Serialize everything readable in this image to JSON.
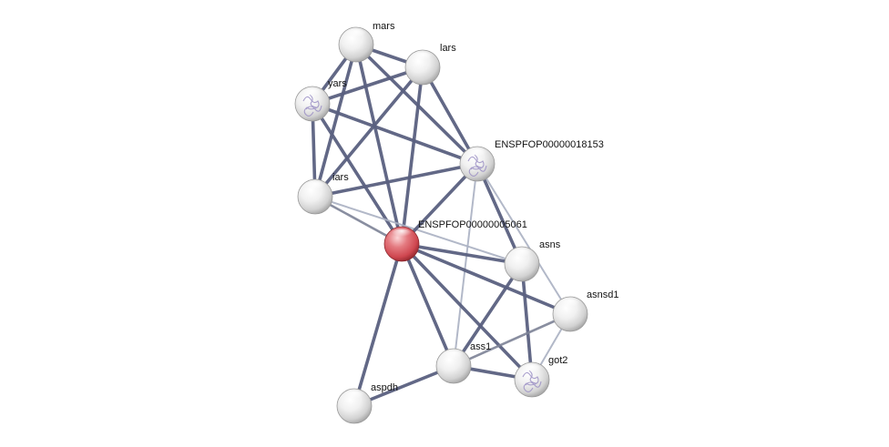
{
  "title": "Protein interaction network",
  "colors": {
    "background": "#ffffff",
    "edge_strong": "#5a6080",
    "edge_medium": "#7c8296",
    "edge_weak": "#aab0c2",
    "node_default": "#e6e6e6",
    "node_query": "#d9535b",
    "label": "#111111"
  },
  "nodes": [
    {
      "id": "mars",
      "label": "mars",
      "type": "default",
      "structure": false
    },
    {
      "id": "lars",
      "label": "lars",
      "type": "default",
      "structure": false
    },
    {
      "id": "yars",
      "label": "yars",
      "type": "default",
      "structure": true
    },
    {
      "id": "ENSPFOP00000018153",
      "label": "ENSPFOP00000018153",
      "type": "default",
      "structure": true
    },
    {
      "id": "iars",
      "label": "iars",
      "type": "default",
      "structure": false
    },
    {
      "id": "ENSPFOP00000005061",
      "label": "ENSPFOP00000005061",
      "type": "query",
      "structure": false
    },
    {
      "id": "asns",
      "label": "asns",
      "type": "default",
      "structure": false
    },
    {
      "id": "asnsd1",
      "label": "asnsd1",
      "type": "default",
      "structure": false
    },
    {
      "id": "ass1",
      "label": "ass1",
      "type": "default",
      "structure": false
    },
    {
      "id": "got2",
      "label": "got2",
      "type": "default",
      "structure": true
    },
    {
      "id": "aspdh",
      "label": "aspdh",
      "type": "default",
      "structure": false
    }
  ],
  "edges": [
    {
      "source": "mars",
      "target": "lars",
      "strength": "strong"
    },
    {
      "source": "mars",
      "target": "yars",
      "strength": "strong"
    },
    {
      "source": "mars",
      "target": "ENSPFOP00000018153",
      "strength": "strong"
    },
    {
      "source": "mars",
      "target": "iars",
      "strength": "strong"
    },
    {
      "source": "mars",
      "target": "ENSPFOP00000005061",
      "strength": "strong"
    },
    {
      "source": "lars",
      "target": "yars",
      "strength": "strong"
    },
    {
      "source": "lars",
      "target": "ENSPFOP00000018153",
      "strength": "strong"
    },
    {
      "source": "lars",
      "target": "iars",
      "strength": "strong"
    },
    {
      "source": "lars",
      "target": "ENSPFOP00000005061",
      "strength": "strong"
    },
    {
      "source": "yars",
      "target": "ENSPFOP00000018153",
      "strength": "strong"
    },
    {
      "source": "yars",
      "target": "iars",
      "strength": "strong"
    },
    {
      "source": "yars",
      "target": "ENSPFOP00000005061",
      "strength": "strong"
    },
    {
      "source": "iars",
      "target": "ENSPFOP00000018153",
      "strength": "strong"
    },
    {
      "source": "iars",
      "target": "ENSPFOP00000005061",
      "strength": "medium"
    },
    {
      "source": "iars",
      "target": "asns",
      "strength": "weak"
    },
    {
      "source": "ENSPFOP00000018153",
      "target": "ENSPFOP00000005061",
      "strength": "strong"
    },
    {
      "source": "ENSPFOP00000018153",
      "target": "asns",
      "strength": "strong"
    },
    {
      "source": "ENSPFOP00000018153",
      "target": "asnsd1",
      "strength": "weak"
    },
    {
      "source": "ENSPFOP00000018153",
      "target": "ass1",
      "strength": "weak"
    },
    {
      "source": "ENSPFOP00000005061",
      "target": "asns",
      "strength": "strong"
    },
    {
      "source": "ENSPFOP00000005061",
      "target": "asnsd1",
      "strength": "strong"
    },
    {
      "source": "ENSPFOP00000005061",
      "target": "ass1",
      "strength": "strong"
    },
    {
      "source": "ENSPFOP00000005061",
      "target": "got2",
      "strength": "strong"
    },
    {
      "source": "ENSPFOP00000005061",
      "target": "aspdh",
      "strength": "strong"
    },
    {
      "source": "asns",
      "target": "ass1",
      "strength": "strong"
    },
    {
      "source": "asns",
      "target": "got2",
      "strength": "strong"
    },
    {
      "source": "ass1",
      "target": "got2",
      "strength": "strong"
    },
    {
      "source": "ass1",
      "target": "asnsd1",
      "strength": "medium"
    },
    {
      "source": "ass1",
      "target": "aspdh",
      "strength": "strong"
    },
    {
      "source": "got2",
      "target": "asnsd1",
      "strength": "weak"
    }
  ]
}
